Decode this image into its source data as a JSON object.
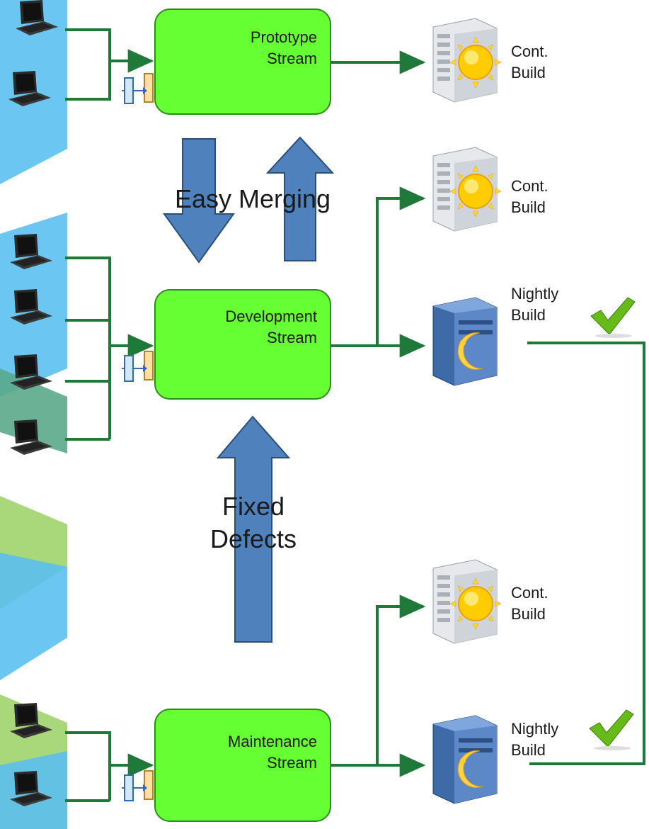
{
  "streams": {
    "prototype": {
      "label": "Prototype\nStream"
    },
    "development": {
      "label": "Development\nStream"
    },
    "maintenance": {
      "label": "Maintenance\nStream"
    }
  },
  "builds": {
    "proto_cont": {
      "label": "Cont.\nBuild"
    },
    "dev_cont": {
      "label": "Cont.\nBuild"
    },
    "dev_nightly": {
      "label": "Nightly\nBuild"
    },
    "maint_cont": {
      "label": "Cont.\nBuild"
    },
    "maint_nightly": {
      "label": "Nightly\nBuild"
    }
  },
  "arrows": {
    "easy_merging": "Easy Merging",
    "fixed_defects": "Fixed\nDefects"
  },
  "colors": {
    "stream_fill": "#66ff33",
    "stream_border": "#2f8a1e",
    "connector": "#1f7a3a",
    "big_arrow": "#4f81bd",
    "checkmark": "#66bb1a",
    "background_accent_blue": "#5bc0f0",
    "background_accent_green": "#9fd46a"
  },
  "icons": {
    "workstation": "laptop-icon",
    "cont_build": "sun-server-icon",
    "nightly_build": "moon-server-icon",
    "merge": "merge-icon",
    "success": "checkmark-icon"
  }
}
